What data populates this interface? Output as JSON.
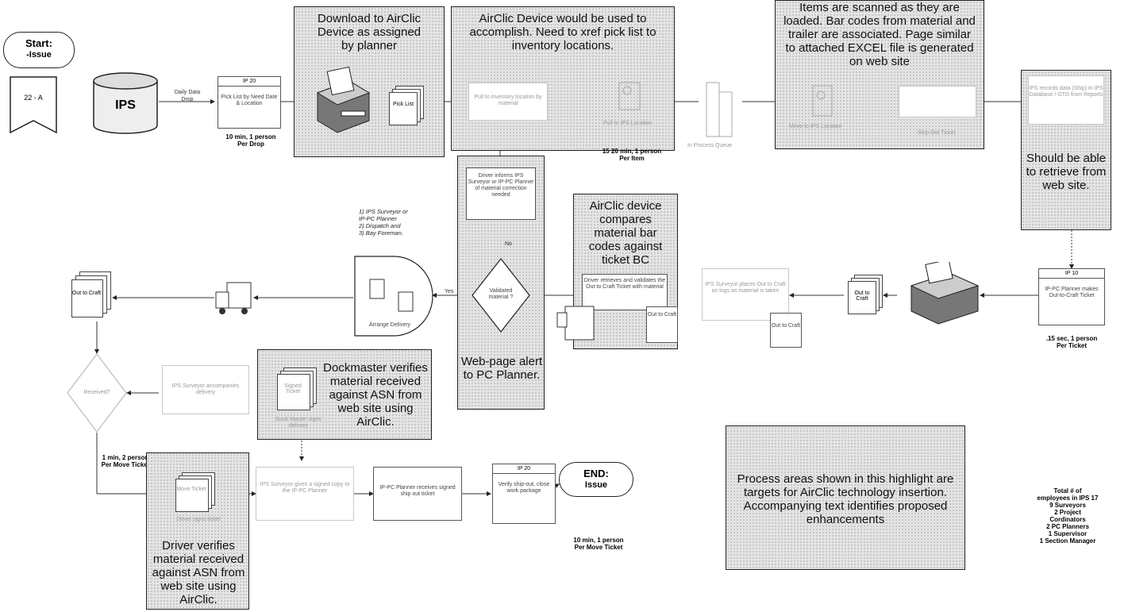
{
  "start": {
    "line1": "Start:",
    "line2": "-Issue"
  },
  "tag": "22 - A",
  "ips_db": "IPS",
  "edi_label": "Daily Data Drop",
  "ip20_top": {
    "header": "IP 20",
    "body": "Pick List by Need Date & Location"
  },
  "note_10min_drop": [
    "10 min, 1 person",
    "Per Drop"
  ],
  "download_box": "Download to AirClic Device as assigned by planner",
  "pick_list": "Pick List",
  "airclic_xref_box": "AirClic Device would be used to accomplish.  Need to xref pick list to inventory locations.",
  "pull_task": "Pull to inventory location by material",
  "pull_loc": "Pull to IPS Location",
  "note_15_20": [
    "15 20 min, 1 person",
    "Per Item"
  ],
  "in_process": "In Process Queue",
  "scan_box": "Items are scanned as they are loaded.  Bar codes from material and trailer are associated.  Page similar to attached EXCEL file is generated on web site",
  "move_ips": "Move to IPS Location",
  "ship_out": "Ship Out Ticket",
  "right_faint": "IPS records data (Ship) in IPS Database / OTD from Reports",
  "retrieve_box": "Should be able to retrieve from web site.",
  "ip10": {
    "header": "IP 10",
    "body": "IP-PC Planner makes Out-to-Craft Ticket"
  },
  "note_15sec": [
    ".15 sec, 1 person",
    "Per Ticket"
  ],
  "out_to_craft": "Out to Craft",
  "surveyor_faint": "IPS Surveyor places Out to Craft on logs as material is taken",
  "driver_inform_box": "Driver informs IPS Surveyor or IP-PC Planner of material correction needed",
  "no_label": "No",
  "yes_label": "Yes",
  "validated": "Validated material ?",
  "webpage_box": "Web-page alert to PC Planner.",
  "compare_box": "AirClic device compares material bar codes against ticket BC",
  "driver_retrieves": "Driver retrieves and validates the Out to Craft Ticket with material",
  "list_notify": [
    "1) IPS Surveyor or",
    "IP-PC Planner",
    "2) Dispatch and",
    "3) Bay Foreman."
  ],
  "arrange": "Arrange Delivery",
  "left_diamond": "Received?",
  "surveyor_left": "IPS Surveyor accompanies delivery",
  "signed_ticket": "Signed Ticket",
  "dock_signs": "Dock Master signs delivery",
  "dockmaster_box": "Dockmaster verifies material received against ASN from web site using AirClic.",
  "note_1min": [
    "1  min, 2 person",
    "Per Move Ticket"
  ],
  "move_ticket": "Move Ticket",
  "driver_signs": "Driver signs ticket",
  "driver_verifies_box": "Driver verifies material received against ASN from web site using AirClic.",
  "surveyor_ship": "IPS Surveyor gives a signed copy to the IP-PC Planner",
  "planner_receives": "IP-PC Planner receives signed ship out ticket",
  "ip20_bottom": {
    "header": "IP 20",
    "body": "Verify ship-out, close work package"
  },
  "end": {
    "line1": "END:",
    "line2": "Issue"
  },
  "note_10min_move": [
    "10 min, 1 person",
    "Per Move Ticket"
  ],
  "legend_box": "Process areas shown in this highlight are targets for AirClic technology insertion.  Accompanying text identifies proposed enhancements",
  "employees": [
    "Total # of",
    "employees in IPS 17",
    "9 Surveyors",
    "2 Project",
    "Cordinators",
    "2 PC Planners",
    "1 Supervisor",
    "1 Section Manager"
  ]
}
